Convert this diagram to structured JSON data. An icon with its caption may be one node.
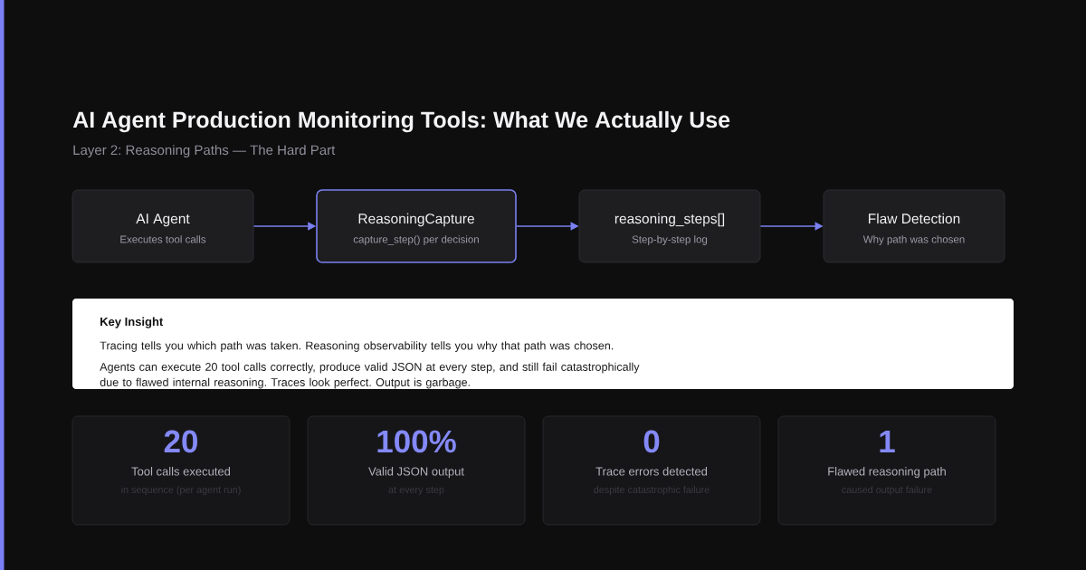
{
  "diagram": {
    "title": "AI Agent Production Monitoring Tools: What We Actually Use",
    "nodes": [
      {
        "text": [
          "AI Agent",
          "Executes tool calls"
        ]
      },
      {
        "text": [
          "ReasoningCapture",
          "capture_step() per decision"
        ]
      },
      {
        "text": [
          "reasoning_steps[]",
          "Step-by-step log"
        ]
      },
      {
        "text": [
          "Flaw Detection",
          "Why path was chosen"
        ]
      },
      {
        "text": [
          "Key Insight",
          "Tracing tells you which path was taken. Reasoning observability tells you why that path was chosen.",
          "Agents can execute 20 tool calls correctly, produce valid JSON at every step, and still fail catastrophically due to flawed internal reasoning. Traces look perfect. Output is garbage."
        ]
      },
      {
        "text": [
          "20",
          "Tool calls executed",
          "in sequence (per agent run)"
        ]
      },
      {
        "text": [
          "100%",
          "Valid JSON output",
          "at every step"
        ]
      },
      {
        "text": [
          "0",
          "Trace errors detected",
          "despite catastrophic failure"
        ]
      },
      {
        "text": [
          "1",
          "Flawed reasoning path",
          "caused output failure"
        ]
      }
    ],
    "edges": [
      {
        "from": 0,
        "to": 1,
        "arrow": "to"
      },
      {
        "from": 1,
        "to": 2,
        "arrow": "to"
      },
      {
        "from": 2,
        "to": 3,
        "arrow": "to"
      }
    ],
    "labels": [
      "Layer 2: Reasoning Paths — The Hard Part"
    ]
  }
}
